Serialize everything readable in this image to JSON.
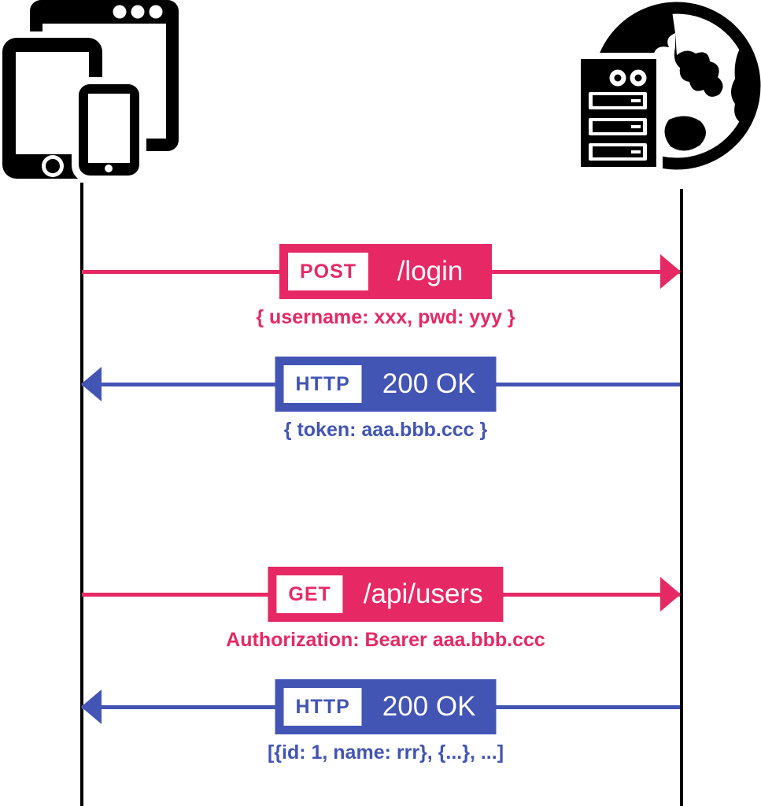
{
  "diagram": {
    "title_hint": "JWT authentication sequence between client devices and server",
    "client": {
      "icon": "client-devices-icon"
    },
    "server": {
      "icon": "server-globe-icon"
    },
    "colors": {
      "request": "#E62964",
      "response": "#4254B4",
      "lifeline": "#000000"
    },
    "messages": [
      {
        "direction": "request",
        "method": "POST",
        "target": "/login",
        "body": "{ username: xxx, pwd: yyy }"
      },
      {
        "direction": "response",
        "method": "HTTP",
        "target": "200 OK",
        "body": "{ token: aaa.bbb.ccc }"
      },
      {
        "direction": "request",
        "method": "GET",
        "target": "/api/users",
        "body": "Authorization: Bearer aaa.bbb.ccc"
      },
      {
        "direction": "response",
        "method": "HTTP",
        "target": "200 OK",
        "body": "[{id: 1, name: rrr}, {...}, ...]"
      }
    ]
  }
}
